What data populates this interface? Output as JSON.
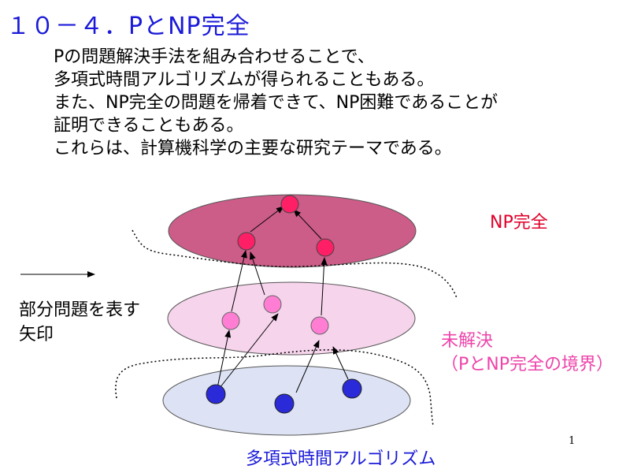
{
  "slide": {
    "title": "１０－４．PとNP完全",
    "body_lines": [
      "Pの問題解決手法を組み合わせることで、",
      "多項式時間アルゴリズムが得られることもある。",
      "また、NP完全の問題を帰着できて、NP困難であることが",
      "証明できることもある。",
      "これらは、計算機科学の主要な研究テーマである。"
    ],
    "page_number": "1"
  },
  "diagram": {
    "np_complete_label": "NP完全",
    "unsolved_label_line1": "未解決",
    "unsolved_label_line2": "（PとNP完全の境界）",
    "subproblem_arrow_label_line1": "部分問題を表す",
    "subproblem_arrow_label_line2": "矢印",
    "polynomial_label": "多項式時間アルゴリズム",
    "colors": {
      "title": "#1a1ad8",
      "np_complete": "#e0002a",
      "unsolved": "#ee44aa",
      "polynomial": "#1a1ad8"
    }
  }
}
